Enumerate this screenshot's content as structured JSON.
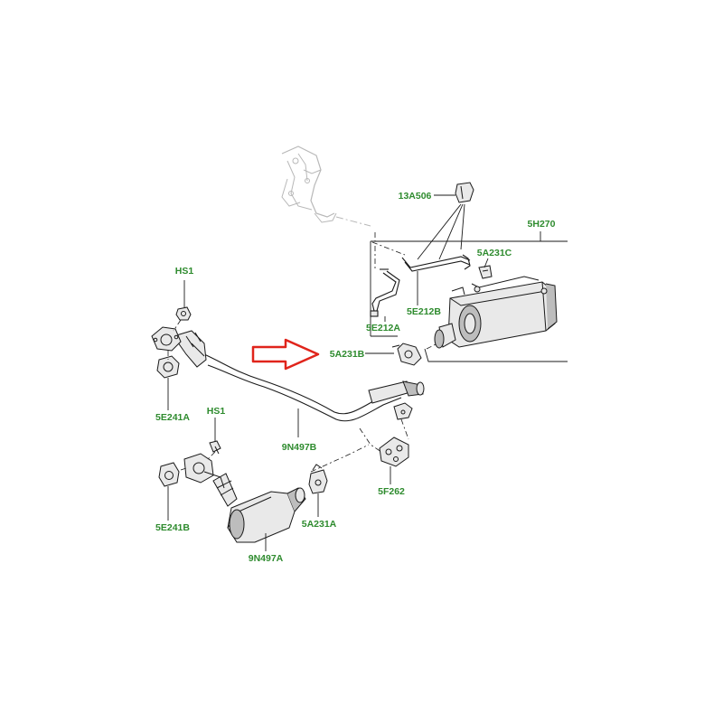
{
  "colors": {
    "label": "#2e8b2e",
    "line": "#1a1a1a",
    "part_fill": "#e9e9e9",
    "part_shade": "#bdbdbd",
    "ghost": "#b8b8b8",
    "arrow": "#e0241b"
  },
  "labels": {
    "hs1_top": "HS1",
    "gasket_5e241a": "5E241A",
    "hs1_bottom": "HS1",
    "gasket_5e241b": "5E241B",
    "pipe_9n497b": "9N497B",
    "cat_9n497a": "9N497A",
    "mount_5a231a": "5A231A",
    "mount_5a231b": "5A231B",
    "bracket_5f262": "5F262",
    "bracket_13a506": "13A506",
    "dpf_5h270": "5H270",
    "mount_5a231c": "5A231C",
    "tube_5e212b": "5E212B",
    "tube_5e212a": "5E212A"
  },
  "highlight_arrow": {
    "points_to": "5A231B",
    "icon": "outline-arrow-right"
  }
}
